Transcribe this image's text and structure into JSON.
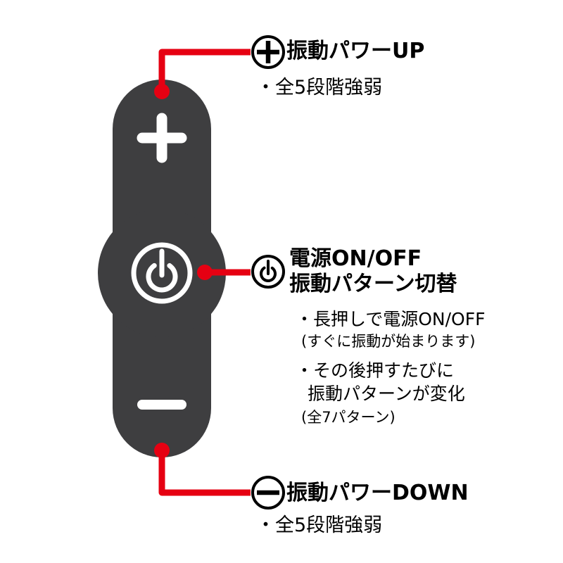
{
  "colors": {
    "accent_red": "#e60012",
    "device_body": "#3e3e40",
    "symbol_white": "#ffffff",
    "text": "#000000",
    "background": "#ffffff"
  },
  "icons": {
    "top_callout": "plus-circle-icon",
    "middle_callout": "power-circle-icon",
    "bottom_callout": "minus-circle-icon",
    "device_top_button": "plus-icon",
    "device_middle_button": "power-icon",
    "device_bottom_button": "minus-icon"
  },
  "annotations": {
    "top": {
      "title": "振動パワーUP",
      "note": "・全5段階強弱"
    },
    "middle": {
      "title_line1": "電源ON/OFF",
      "title_line2": "振動パターン切替",
      "bullets": [
        {
          "text": "・長押しで電源ON/OFF",
          "note": "(すぐに振動が始まります)"
        },
        {
          "text_line1": "・その後押すたびに",
          "text_line2": "振動パターンが変化",
          "note": "(全7パターン)"
        }
      ]
    },
    "bottom": {
      "title": "振動パワーDOWN",
      "note": "・全5段階強弱"
    }
  }
}
